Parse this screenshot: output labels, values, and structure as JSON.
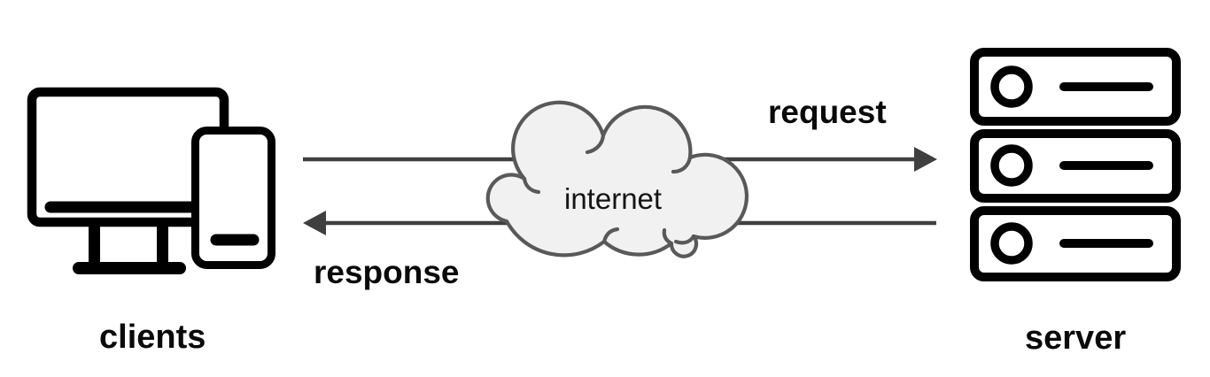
{
  "diagram": {
    "type": "network-flow-diagram",
    "background": "#ffffff",
    "nodes": {
      "clients": {
        "label": "clients",
        "icon": "desktop-and-smartphone-icon",
        "position": "left"
      },
      "internet": {
        "label": "internet",
        "icon": "cloud-shape",
        "position": "center"
      },
      "server": {
        "label": "server",
        "icon": "server-rack-icon",
        "position": "right"
      }
    },
    "edges": {
      "request": {
        "label": "request",
        "from": "clients",
        "to": "server",
        "direction": "left-to-right"
      },
      "response": {
        "label": "response",
        "from": "server",
        "to": "clients",
        "direction": "right-to-left"
      }
    },
    "colors": {
      "icon_black": "#000000",
      "arrow_gray": "#3f3f3f",
      "cloud_fill": "#f1f1f1",
      "cloud_stroke": "#595959",
      "text": "#0a0a0a"
    }
  }
}
